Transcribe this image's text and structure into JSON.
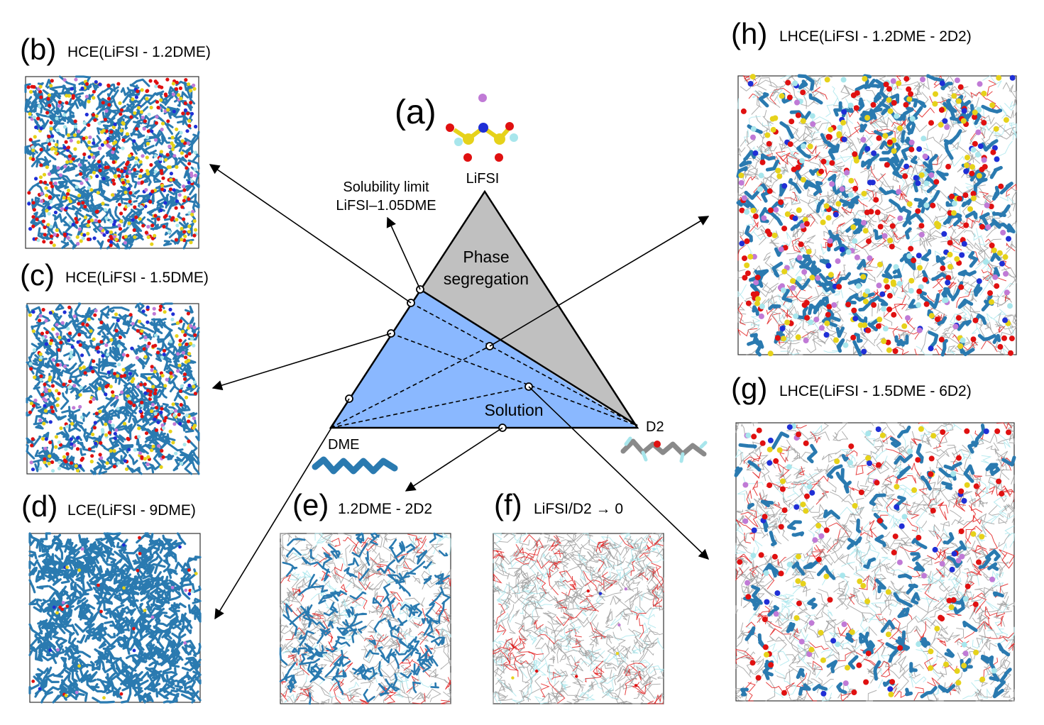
{
  "ternary": {
    "letter": "(a)",
    "vertices": {
      "top": "LiFSI",
      "left": "DME",
      "right": "D2"
    },
    "regions": {
      "phase_line1": "Phase",
      "phase_line2": "segregation",
      "solution": "Solution"
    },
    "annotation": {
      "line1": "Solubility limit",
      "line2": "LiFSI–1.05DME"
    },
    "colors": {
      "phase": "#c0c0c0",
      "solution": "#8ab8ff",
      "stroke": "#000000"
    }
  },
  "panels": {
    "b": {
      "letter": "(b)",
      "title": "HCE(LiFSI - 1.2DME)"
    },
    "c": {
      "letter": "(c)",
      "title": "HCE(LiFSI - 1.5DME)"
    },
    "d": {
      "letter": "(d)",
      "title": "LCE(LiFSI - 9DME)"
    },
    "e": {
      "letter": "(e)",
      "title": "1.2DME - 2D2"
    },
    "f": {
      "letter": "(f)",
      "title": "LiFSI/D2 → 0"
    },
    "g": {
      "letter": "(g)",
      "title": "LHCE(LiFSI - 1.5DME - 6D2)"
    },
    "h": {
      "letter": "(h)",
      "title": "LHCE(LiFSI - 1.2DME - 2D2)"
    }
  },
  "colors": {
    "dme": "#2a7ab0",
    "d2": "#9a9a9a",
    "oxygen": "#e01010",
    "sulfur": "#e6d21a",
    "nitrogen": "#1f2fd6",
    "fluorine": "#a8e6ec",
    "lithium": "#c07ad6"
  }
}
